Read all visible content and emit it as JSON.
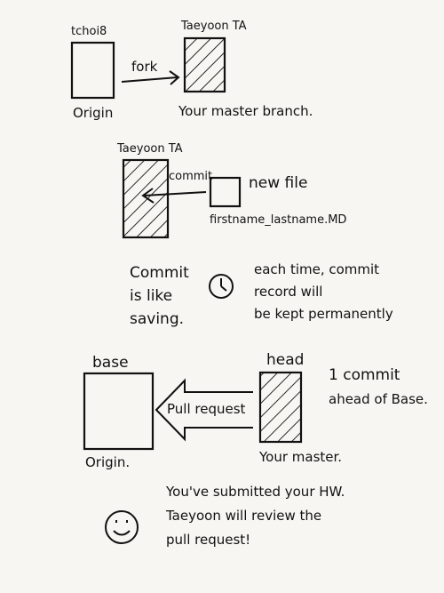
{
  "section1": {
    "left_owner": "tchoi8",
    "fork_label": "fork",
    "right_owner": "Taeyoon TA",
    "left_caption": "Origin",
    "right_caption": "Your master branch."
  },
  "section2": {
    "owner": "Taeyoon TA",
    "commit_label": "commit",
    "new_file_label": "new file",
    "filename": "firstname_lastname.MD"
  },
  "section3": {
    "left_lines": [
      "Commit",
      "is like",
      "saving."
    ],
    "clock_icon": "clock-icon",
    "right_lines": [
      "each time, commit",
      "record will",
      "be kept permanently"
    ]
  },
  "section4": {
    "base_label": "base",
    "head_label": "head",
    "pull_request_label": "Pull request",
    "origin_caption": "Origin.",
    "master_caption": "Your master.",
    "note_lines": [
      "1 commit",
      "ahead of Base."
    ]
  },
  "section5": {
    "smiley_icon": "smiley-icon",
    "message_lines": [
      "You've submitted your HW.",
      "Taeyoon will review the",
      "pull request!"
    ]
  },
  "colors": {
    "ink": "#111111",
    "paper": "#f7f6f2"
  }
}
